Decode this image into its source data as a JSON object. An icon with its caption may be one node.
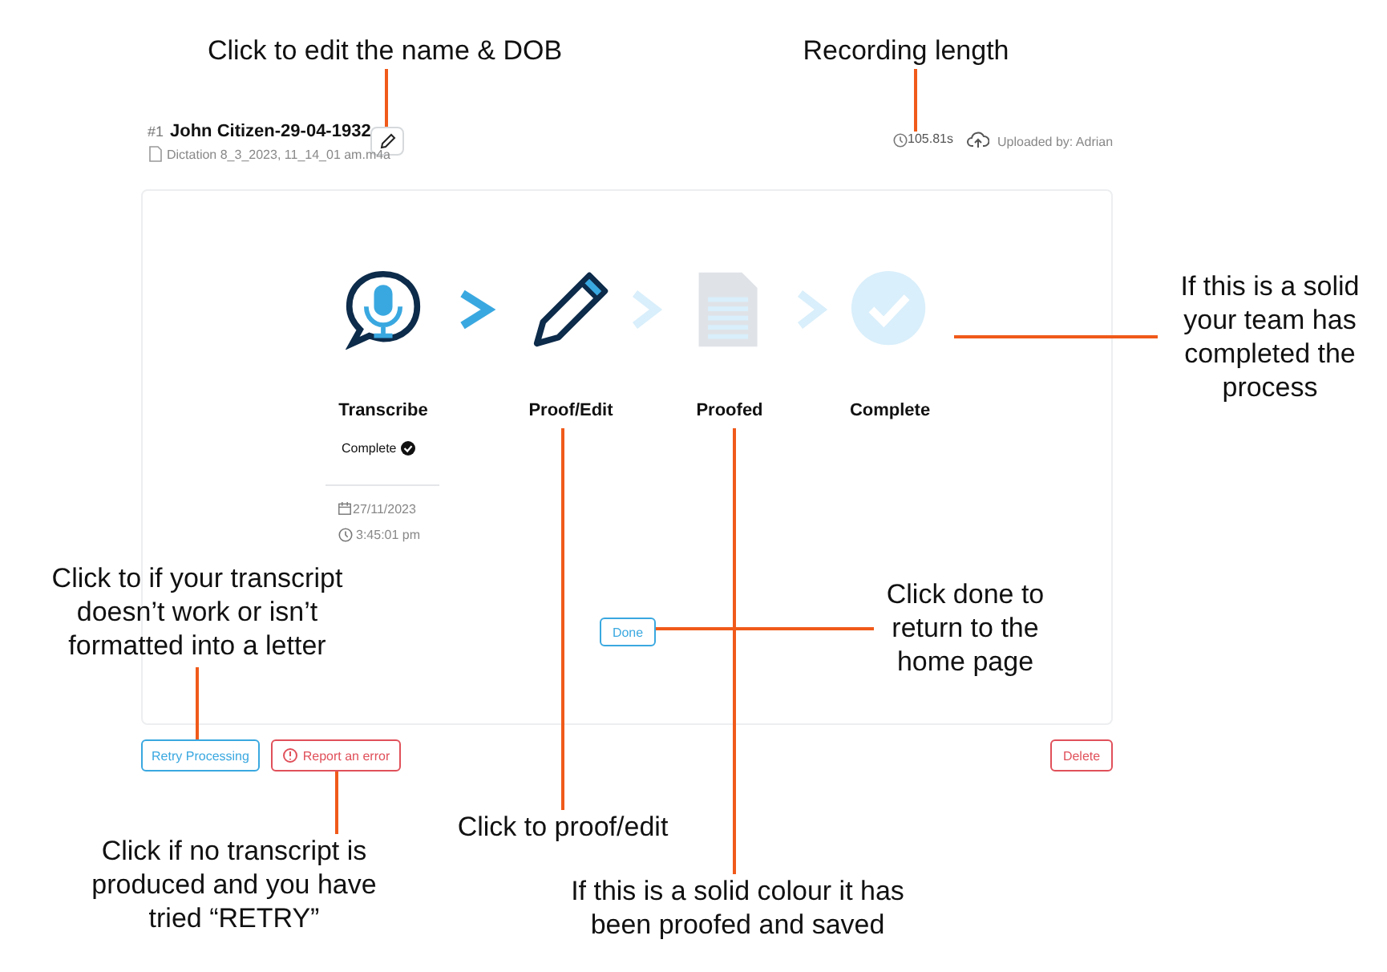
{
  "diagram": {
    "nodes": [
      {
        "text": [
          "Click to edit the name & DOB"
        ]
      },
      {
        "text": [
          "Recording length"
        ]
      },
      {
        "text": [],
        "shape": "box"
      },
      {
        "text": [
          "105.81s"
        ]
      },
      {
        "text": [],
        "shape": "box"
      },
      {
        "text": [
          "Transcribe"
        ],
        "in": 4
      },
      {
        "text": [
          "Proof/Edit"
        ],
        "in": 4
      },
      {
        "text": [
          "Proofed"
        ],
        "in": 4
      },
      {
        "text": [
          "Complete"
        ],
        "in": 4
      },
      {
        "text": [
          "If this is a solid your team has completed the process"
        ]
      },
      {
        "text": [
          "Click to if your transcript doesn’t work or isn’t formatted into a letter"
        ]
      },
      {
        "text": [
          "Done"
        ],
        "in": 4
      },
      {
        "text": [
          "Click done to return to the home page"
        ],
        "in": 4
      },
      {
        "text": [
          "Retry Processing"
        ]
      },
      {
        "text": [
          "Report an error"
        ]
      },
      {
        "text": [
          "Click if no transcript is produced and you have tried “RETRY”"
        ]
      },
      {
        "text": [
          "Click to proof/edit"
        ]
      },
      {
        "text": [
          "If this is a solid colour it has been proofed and saved"
        ]
      }
    ],
    "edges": [
      {
        "from": 0,
        "to": 2,
        "arrow": "none"
      },
      {
        "from": 1,
        "to": 3,
        "arrow": "none"
      },
      {
        "from": 5,
        "to": 6,
        "arrow": "to",
        "style": "thick",
        "color": "#3aa8e0"
      },
      {
        "from": 6,
        "to": 7,
        "arrow": "to",
        "style": "thick",
        "color": "#d9effb"
      },
      {
        "from": 7,
        "to": 8,
        "arrow": "to",
        "style": "thick",
        "color": "#d9effb"
      },
      {
        "from": 9,
        "to": 8,
        "arrow": "none"
      },
      {
        "from": 10,
        "to": 13,
        "arrow": "none"
      },
      {
        "from": 12,
        "to": 11,
        "arrow": "none"
      },
      {
        "from": 15,
        "to": 14,
        "arrow": "none"
      },
      {
        "from": 16,
        "to": 6,
        "arrow": "none"
      },
      {
        "from": 17,
        "to": 7,
        "arrow": "none"
      }
    ],
    "labels": [
      "#1",
      "John Citizen-29-04-1932",
      "Dictation 8_3_2023, 11_14_01 am.m4a",
      "Uploaded by: Adrian",
      "Complete",
      "27/11/2023",
      "3:45:01 pm",
      "Delete"
    ]
  }
}
